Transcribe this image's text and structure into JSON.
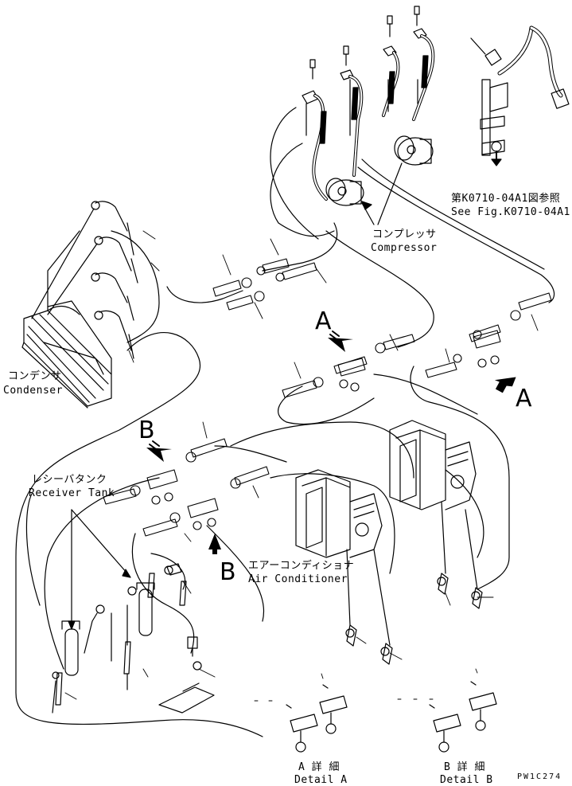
{
  "labels": {
    "see_fig_jp": "第K0710-04A1図参照",
    "see_fig_en": "See Fig.K0710-04A1",
    "compressor_jp": "コンプレッサ",
    "compressor_en": "Compressor",
    "condenser_jp": "コンデンサ",
    "condenser_en": "Condenser",
    "receiver_jp": "レシーバタンク",
    "receiver_en": "Receiver Tank",
    "aircon_jp": "エアーコンディショナ",
    "aircon_en": "Air Conditioner",
    "detail_a_jp": "A 詳 細",
    "detail_a_en": "Detail A",
    "detail_b_jp": "B 詳 細",
    "detail_b_en": "Detail B",
    "callout_a1": "A",
    "callout_a2": "A",
    "callout_b1": "B",
    "callout_b2": "B",
    "drawing_no": "PW1C274"
  }
}
